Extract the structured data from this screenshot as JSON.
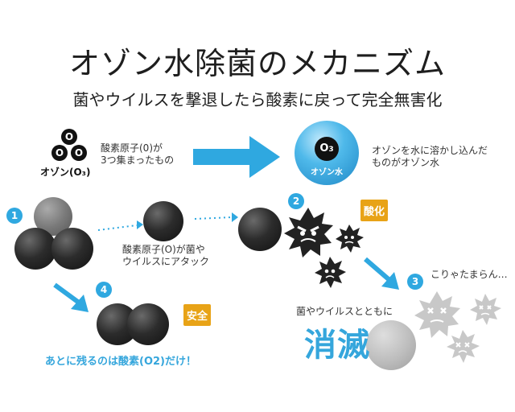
{
  "title": "オゾン水除菌のメカニズム",
  "subtitle": "菌やウイルスを撃退したら酸素に戻って完全無害化",
  "ozone": {
    "label": "オゾン(O₃)",
    "atom_letter": "O",
    "caption_line1": "酸素原子(0)が",
    "caption_line2": "3つ集まったもの"
  },
  "ozone_water": {
    "sphere_label_main": "O",
    "sphere_label_sub": "3",
    "sphere_caption": "オゾン水",
    "caption_line1": "オゾンを水に溶かし込んだ",
    "caption_line2": "ものがオゾン水"
  },
  "steps": {
    "step1": "1",
    "step2": "2",
    "step3": "3",
    "step4": "4"
  },
  "attack": {
    "caption_line1": "酸素原子(O)が菌や",
    "caption_line2": "ウイルスにアタック"
  },
  "badges": {
    "oxidation": "酸化",
    "safe": "安全"
  },
  "step3_caption": "こりゃたまらん…",
  "destroy": {
    "caption": "菌やウイルスとともに",
    "big_text": "消滅"
  },
  "bottom_note": "あとに残るのは酸素(O2)だけ！",
  "colors": {
    "accent_blue": "#2fa8e0",
    "badge_orange": "#e8a317",
    "germ_dark": "#222222",
    "germ_faded": "#c8c8c8"
  }
}
